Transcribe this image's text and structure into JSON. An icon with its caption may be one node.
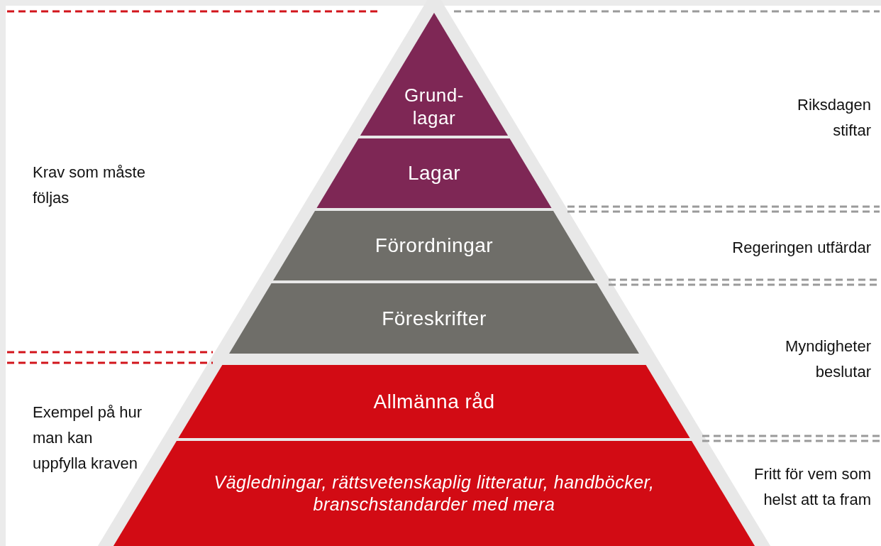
{
  "diagram": {
    "nodes": [
      {
        "text": [
          "Grund- lagar"
        ]
      },
      {
        "text": [
          "Lagar"
        ]
      },
      {
        "text": [
          "Förordningar"
        ]
      },
      {
        "text": [
          "Föreskrifter"
        ]
      },
      {
        "text": [
          "Allmänna råd"
        ]
      },
      {
        "text": [
          "Vägledningar, rättsvetenskaplig litteratur, handböcker, branschstandarder med mera"
        ]
      }
    ],
    "labels": [
      "Riksdagen stiftar",
      "Krav som måste följas",
      "Regeringen utfärdar",
      "Myndigheter beslutar",
      "Exempel på hur man kan uppfylla kraven",
      "Fritt för vem som helst att ta fram"
    ]
  }
}
